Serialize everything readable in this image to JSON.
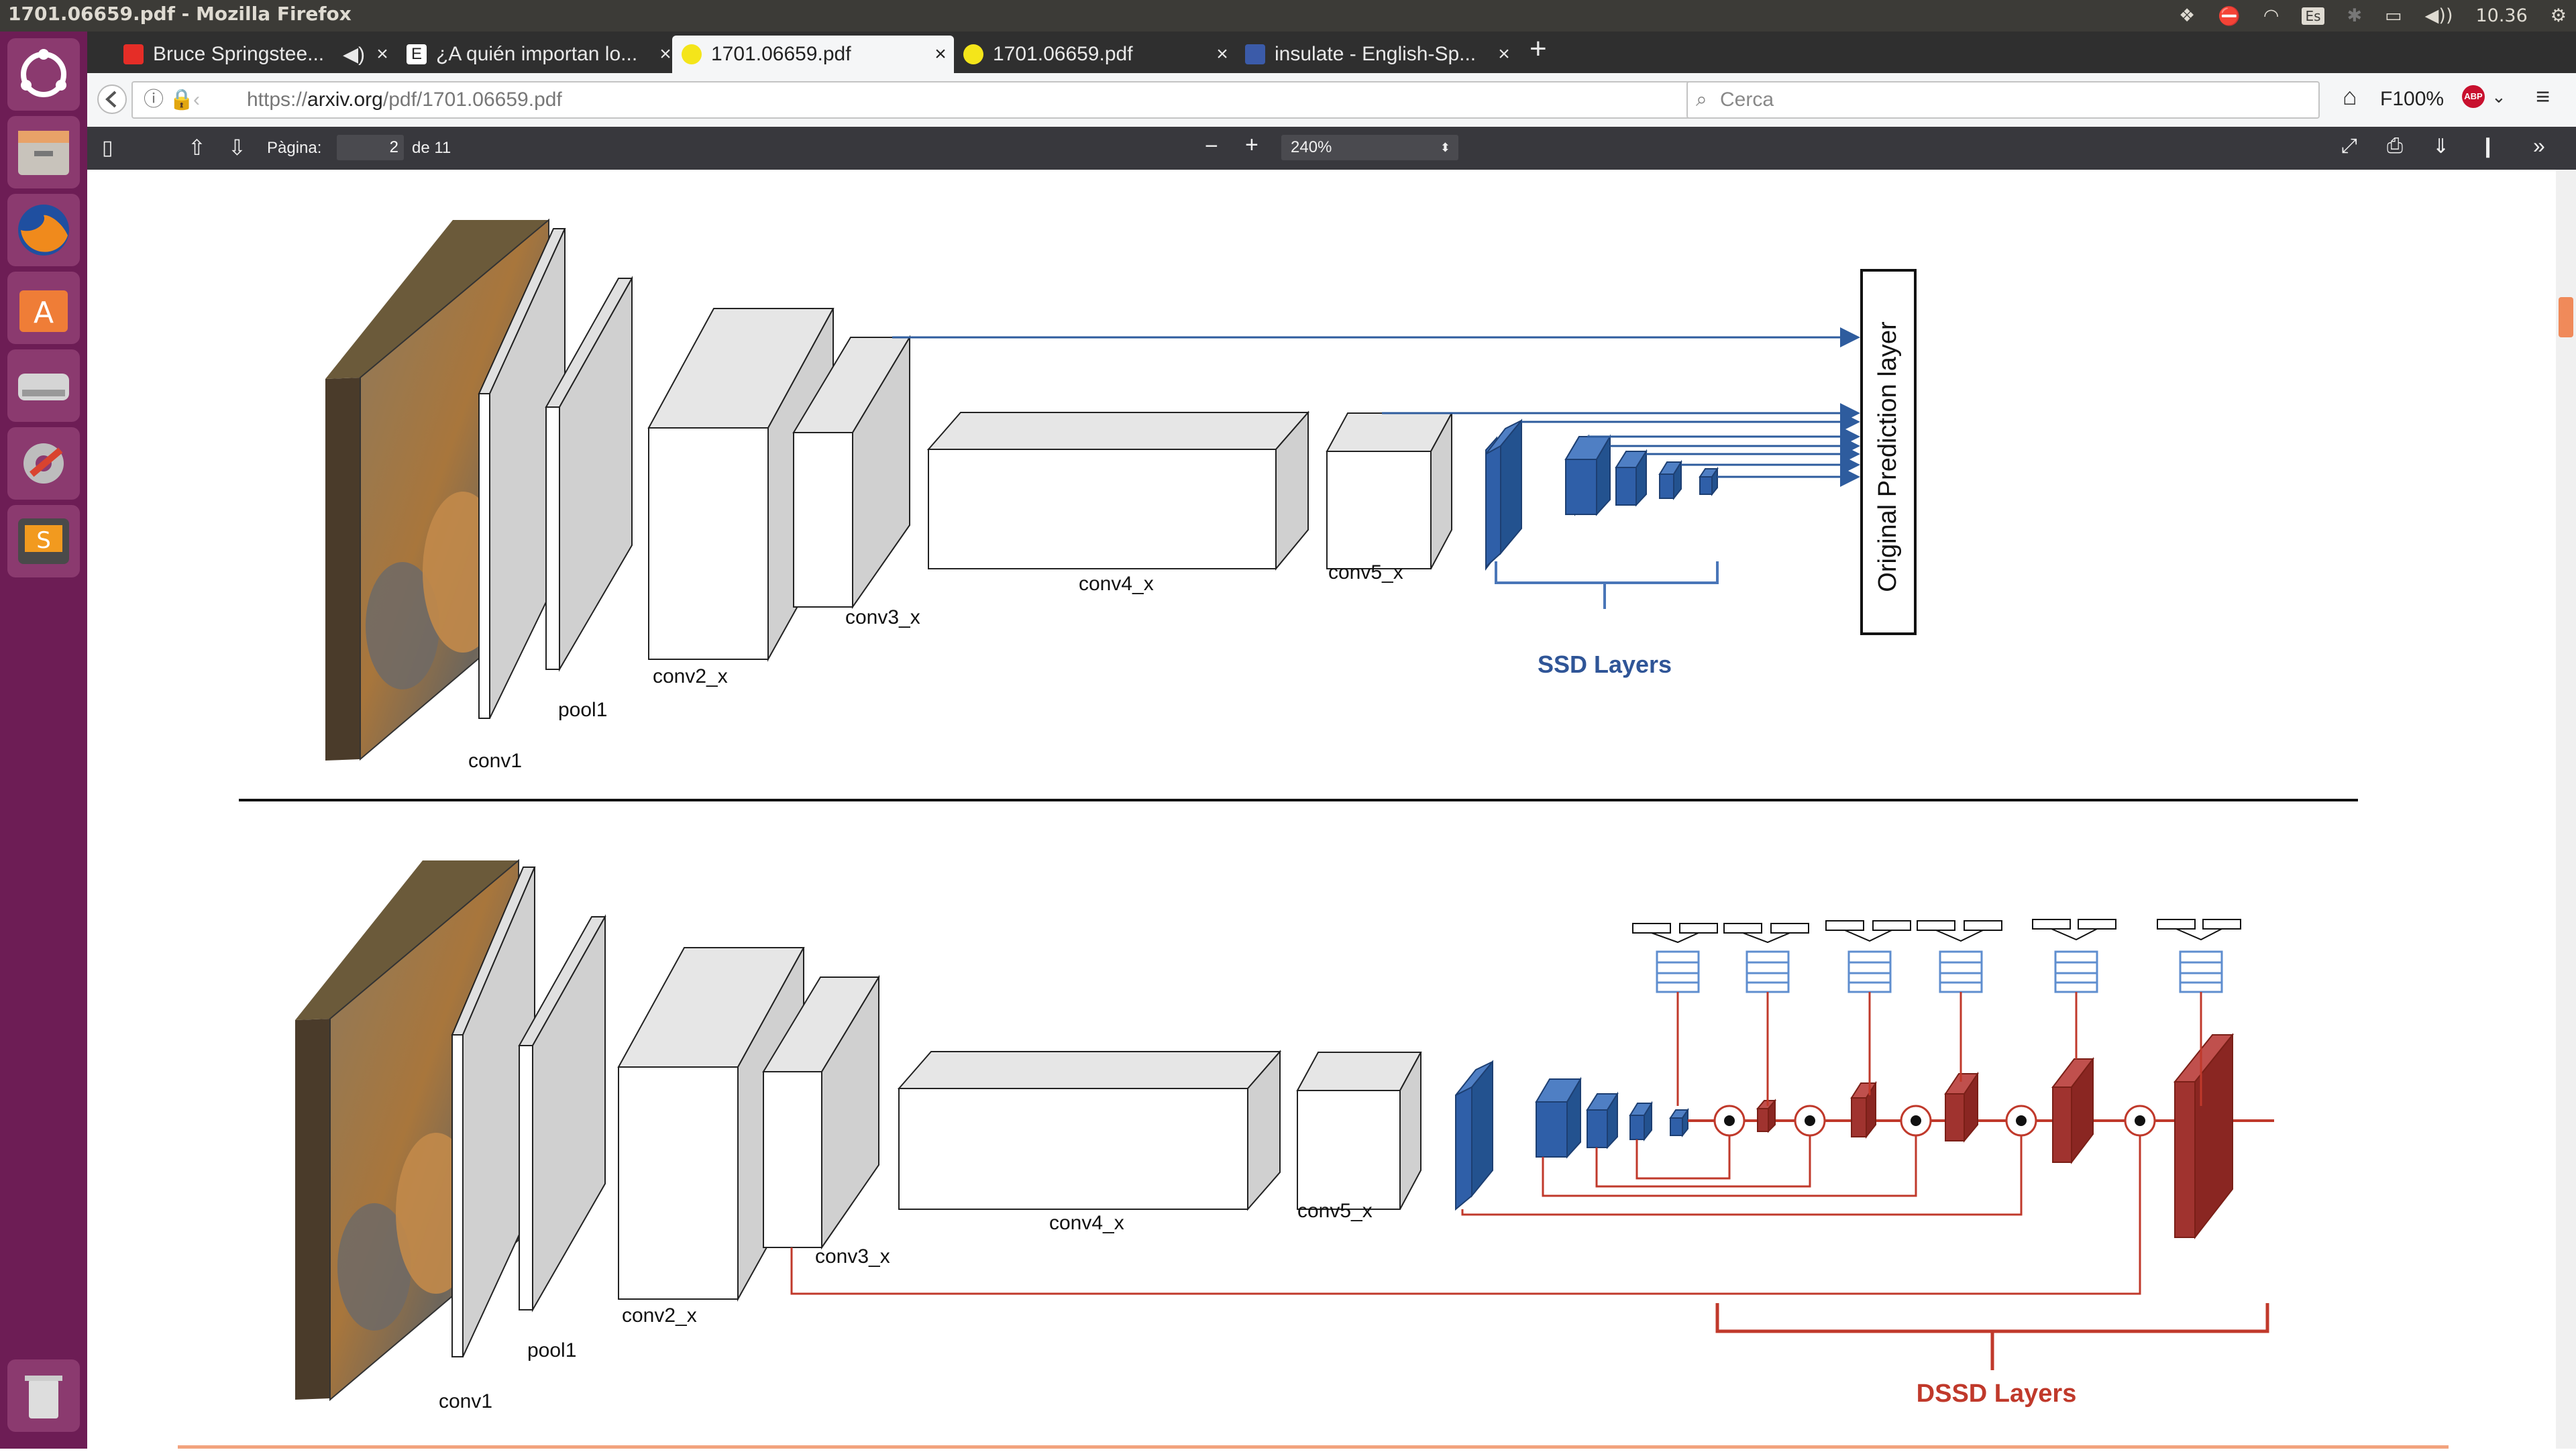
{
  "window": {
    "title": "1701.06659.pdf - Mozilla Firefox",
    "clock": "10.36",
    "keyboard": "Es"
  },
  "launcher": {
    "items": [
      "ubuntu-dash-icon",
      "files-icon",
      "firefox-icon",
      "software-center-icon",
      "disk-icon",
      "settings-icon",
      "sublime-text-icon",
      "trash-icon"
    ]
  },
  "tabs": [
    {
      "label": "Bruce Springstee...",
      "icon": "youtube-icon",
      "color": "#e52d27",
      "audio": true
    },
    {
      "label": "¿A quién importan lo...",
      "icon": "e-icon",
      "color": "#ffffff"
    },
    {
      "label": "1701.06659.pdf",
      "icon": "smiley-icon",
      "color": "#f4e51a",
      "active": true
    },
    {
      "label": "1701.06659.pdf",
      "icon": "smiley-icon",
      "color": "#f4e51a"
    },
    {
      "label": "insulate - English-Sp...",
      "icon": "wordref-icon",
      "color": "#3b5ba9"
    }
  ],
  "nav": {
    "url_prefix": "https://",
    "url_domain": "arxiv.org",
    "url_path": "/pdf/1701.06659.pdf",
    "search_placeholder": "Cerca",
    "zoom": "F100%",
    "abp": "ABP"
  },
  "pdf": {
    "page_label": "Pàgina:",
    "page": "2",
    "of": "de 11",
    "zoom": "240%"
  },
  "figure": {
    "top": {
      "labels": {
        "conv1": "conv1",
        "pool1": "pool1",
        "conv2": "conv2_x",
        "conv3": "conv3_x",
        "conv4": "conv4_x",
        "conv5": "conv5_x"
      },
      "group": "SSD Layers",
      "pred": "Original Prediction layer"
    },
    "bottom": {
      "labels": {
        "conv1": "conv1",
        "pool1": "pool1",
        "conv2": "conv2_x",
        "conv3": "conv3_x",
        "conv4": "conv4_x",
        "conv5": "conv5_x"
      },
      "group": "DSSD Layers"
    },
    "colors": {
      "blue": "#2e5c9e",
      "red": "#c0392b",
      "ssd_text": "#2f5597",
      "dssd_text": "#c0392b"
    }
  }
}
